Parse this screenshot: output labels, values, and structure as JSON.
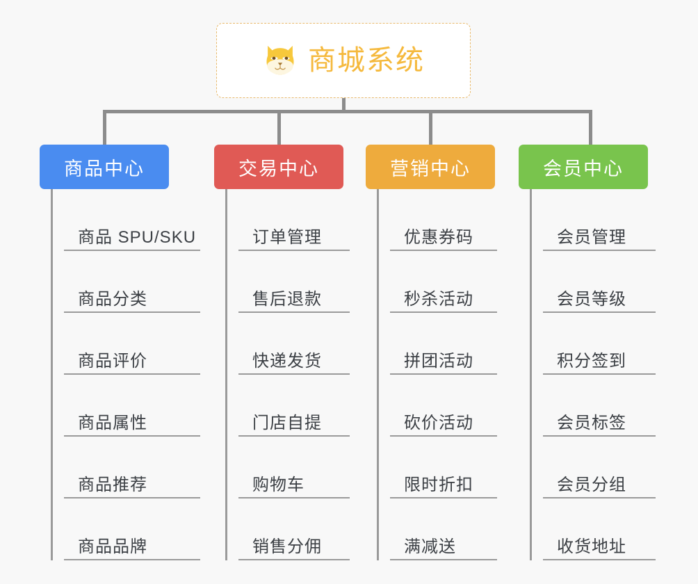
{
  "page": {
    "background_color": "#f8f8f8",
    "line_color": "#8c8c8c"
  },
  "root": {
    "title": "商城系统",
    "icon": "shiba-dog-face-icon",
    "text_color": "#f5b93d",
    "border_color": "#e8b96b",
    "background_color": "#ffffff"
  },
  "branches": [
    {
      "title": "商品中心",
      "color": "#4a8cf0",
      "items": [
        "商品 SPU/SKU",
        "商品分类",
        "商品评价",
        "商品属性",
        "商品推荐",
        "商品品牌"
      ]
    },
    {
      "title": "交易中心",
      "color": "#e05a55",
      "items": [
        "订单管理",
        "售后退款",
        "快递发货",
        "门店自提",
        "购物车",
        "销售分佣"
      ]
    },
    {
      "title": "营销中心",
      "color": "#eeab3d",
      "items": [
        "优惠券码",
        "秒杀活动",
        "拼团活动",
        "砍价活动",
        "限时折扣",
        "满减送"
      ]
    },
    {
      "title": "会员中心",
      "color": "#79c44d",
      "items": [
        "会员管理",
        "会员等级",
        "积分签到",
        "会员标签",
        "会员分组",
        "收货地址"
      ]
    }
  ]
}
